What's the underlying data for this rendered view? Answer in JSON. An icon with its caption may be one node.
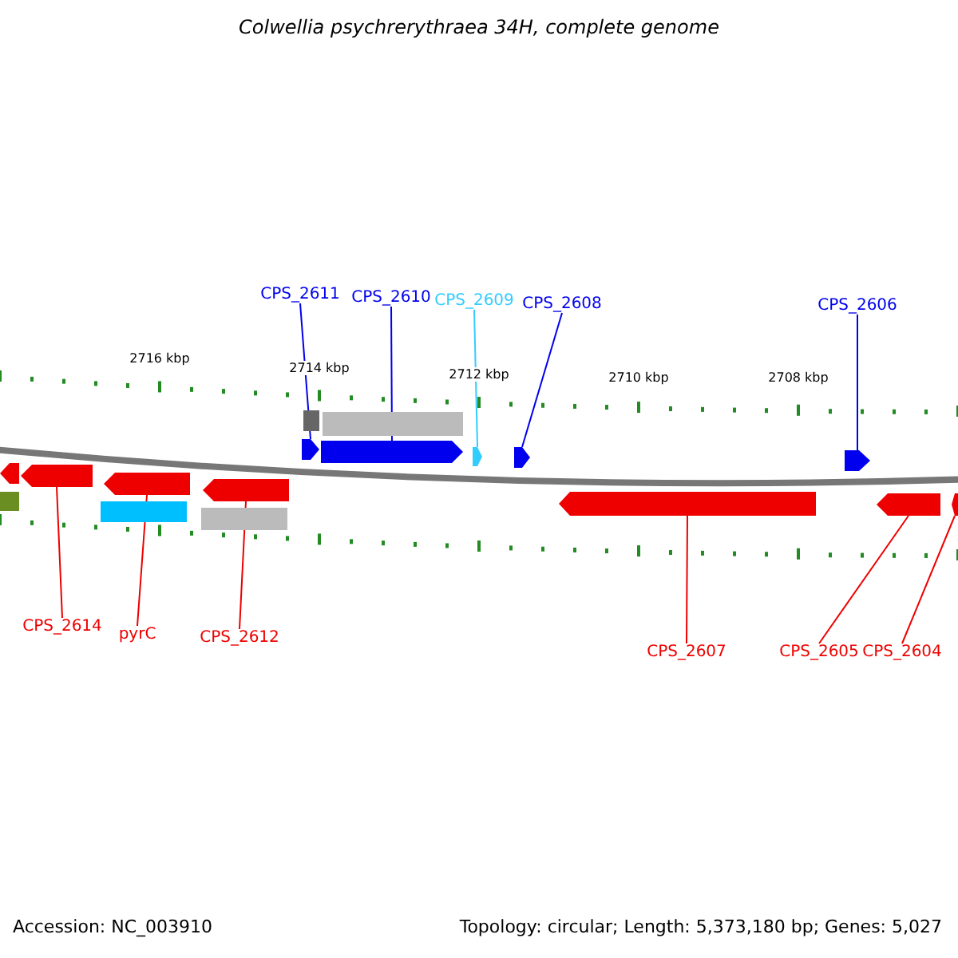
{
  "diagram": {
    "title": "Colwellia psychrerythraea 34H, complete genome",
    "nodes": [
      {
        "text": [
          "CPS_2611"
        ]
      },
      {
        "text": [
          "CPS_2610"
        ]
      },
      {
        "text": [
          "CPS_2609"
        ]
      },
      {
        "text": [
          "CPS_2608"
        ]
      },
      {
        "text": [
          "CPS_2606"
        ]
      },
      {
        "text": [
          "CPS_2614"
        ]
      },
      {
        "text": [
          "pyrC"
        ]
      },
      {
        "text": [
          "CPS_2612"
        ]
      },
      {
        "text": [
          "CPS_2607"
        ]
      },
      {
        "text": [
          "CPS_2605"
        ]
      },
      {
        "text": [
          "CPS_2604"
        ]
      },
      {
        "text": [],
        "shape": "arrow"
      },
      {
        "text": [],
        "shape": "arrow"
      },
      {
        "text": [],
        "shape": "arrow"
      },
      {
        "text": [],
        "shape": "arrow"
      },
      {
        "text": [],
        "shape": "arrow"
      },
      {
        "text": [],
        "shape": "arrow"
      },
      {
        "text": [],
        "shape": "arrow"
      },
      {
        "text": [],
        "shape": "arrow"
      },
      {
        "text": [],
        "shape": "arrow"
      },
      {
        "text": [],
        "shape": "arrow"
      },
      {
        "text": [],
        "shape": "arrow"
      },
      {
        "text": [],
        "shape": "arrow"
      },
      {
        "text": [],
        "shape": "bar"
      },
      {
        "text": [],
        "shape": "bar"
      },
      {
        "text": [],
        "shape": "bar"
      },
      {
        "text": [],
        "shape": "bar"
      },
      {
        "text": [],
        "shape": "bar"
      }
    ],
    "edges": [
      {
        "from": 0,
        "to": 11,
        "arrow": "none",
        "color": "#0000ee"
      },
      {
        "from": 1,
        "to": 12,
        "arrow": "none",
        "color": "#0000ee"
      },
      {
        "from": 2,
        "to": 13,
        "arrow": "none",
        "color": "#33ccff"
      },
      {
        "from": 3,
        "to": 14,
        "arrow": "none",
        "color": "#0000ee"
      },
      {
        "from": 4,
        "to": 15,
        "arrow": "none",
        "color": "#0000ee"
      },
      {
        "from": 5,
        "to": 16,
        "arrow": "none"
      },
      {
        "from": 6,
        "to": 17,
        "arrow": "none"
      },
      {
        "from": 7,
        "to": 18,
        "arrow": "none"
      },
      {
        "from": 8,
        "to": 19,
        "arrow": "none"
      },
      {
        "from": 9,
        "to": 20,
        "arrow": "none"
      },
      {
        "from": 10,
        "to": 21,
        "arrow": "none"
      }
    ],
    "labels": [
      "2716 kbp",
      "2714 kbp",
      "2712 kbp",
      "2710 kbp",
      "2708 kbp",
      "Accession: NC_003910",
      "Topology: circular; Length: 5,373,180 bp; Genes: 5,027"
    ]
  }
}
